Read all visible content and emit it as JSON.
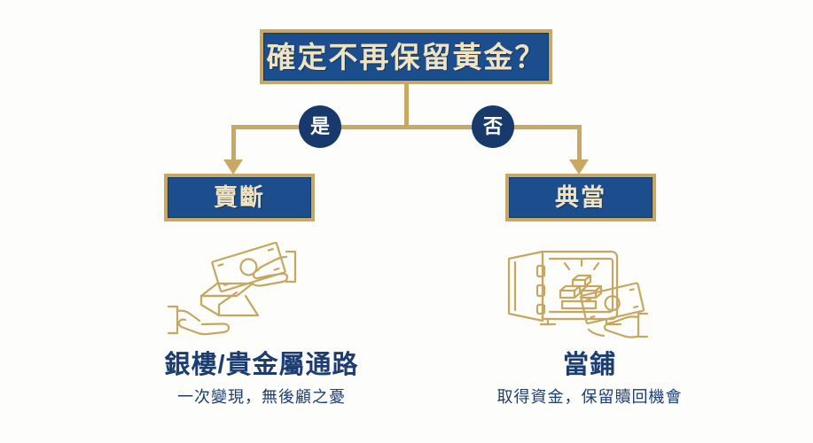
{
  "diagram": {
    "background_color": "#fdfdfb",
    "accent_gold": "#c9a863",
    "accent_navy": "#1c4d8d",
    "circle_navy": "#17396b",
    "text_navy": "#1c3d72",
    "box_text_gold": "#f0e3c2"
  },
  "root": {
    "label": "確定不再保留黃金？"
  },
  "branches": [
    {
      "decision_label": "是",
      "box_label": "賣斷",
      "icon": "hand-gold-bar-cash-exchange-icon",
      "caption_title": "銀樓/貴金屬通路",
      "caption_subtitle": "一次變現，無後顧之憂"
    },
    {
      "decision_label": "否",
      "box_label": "典當",
      "icon": "open-safe-gold-bars-cash-hand-icon",
      "caption_title": "當鋪",
      "caption_subtitle": "取得資金，保留贖回機會"
    }
  ]
}
